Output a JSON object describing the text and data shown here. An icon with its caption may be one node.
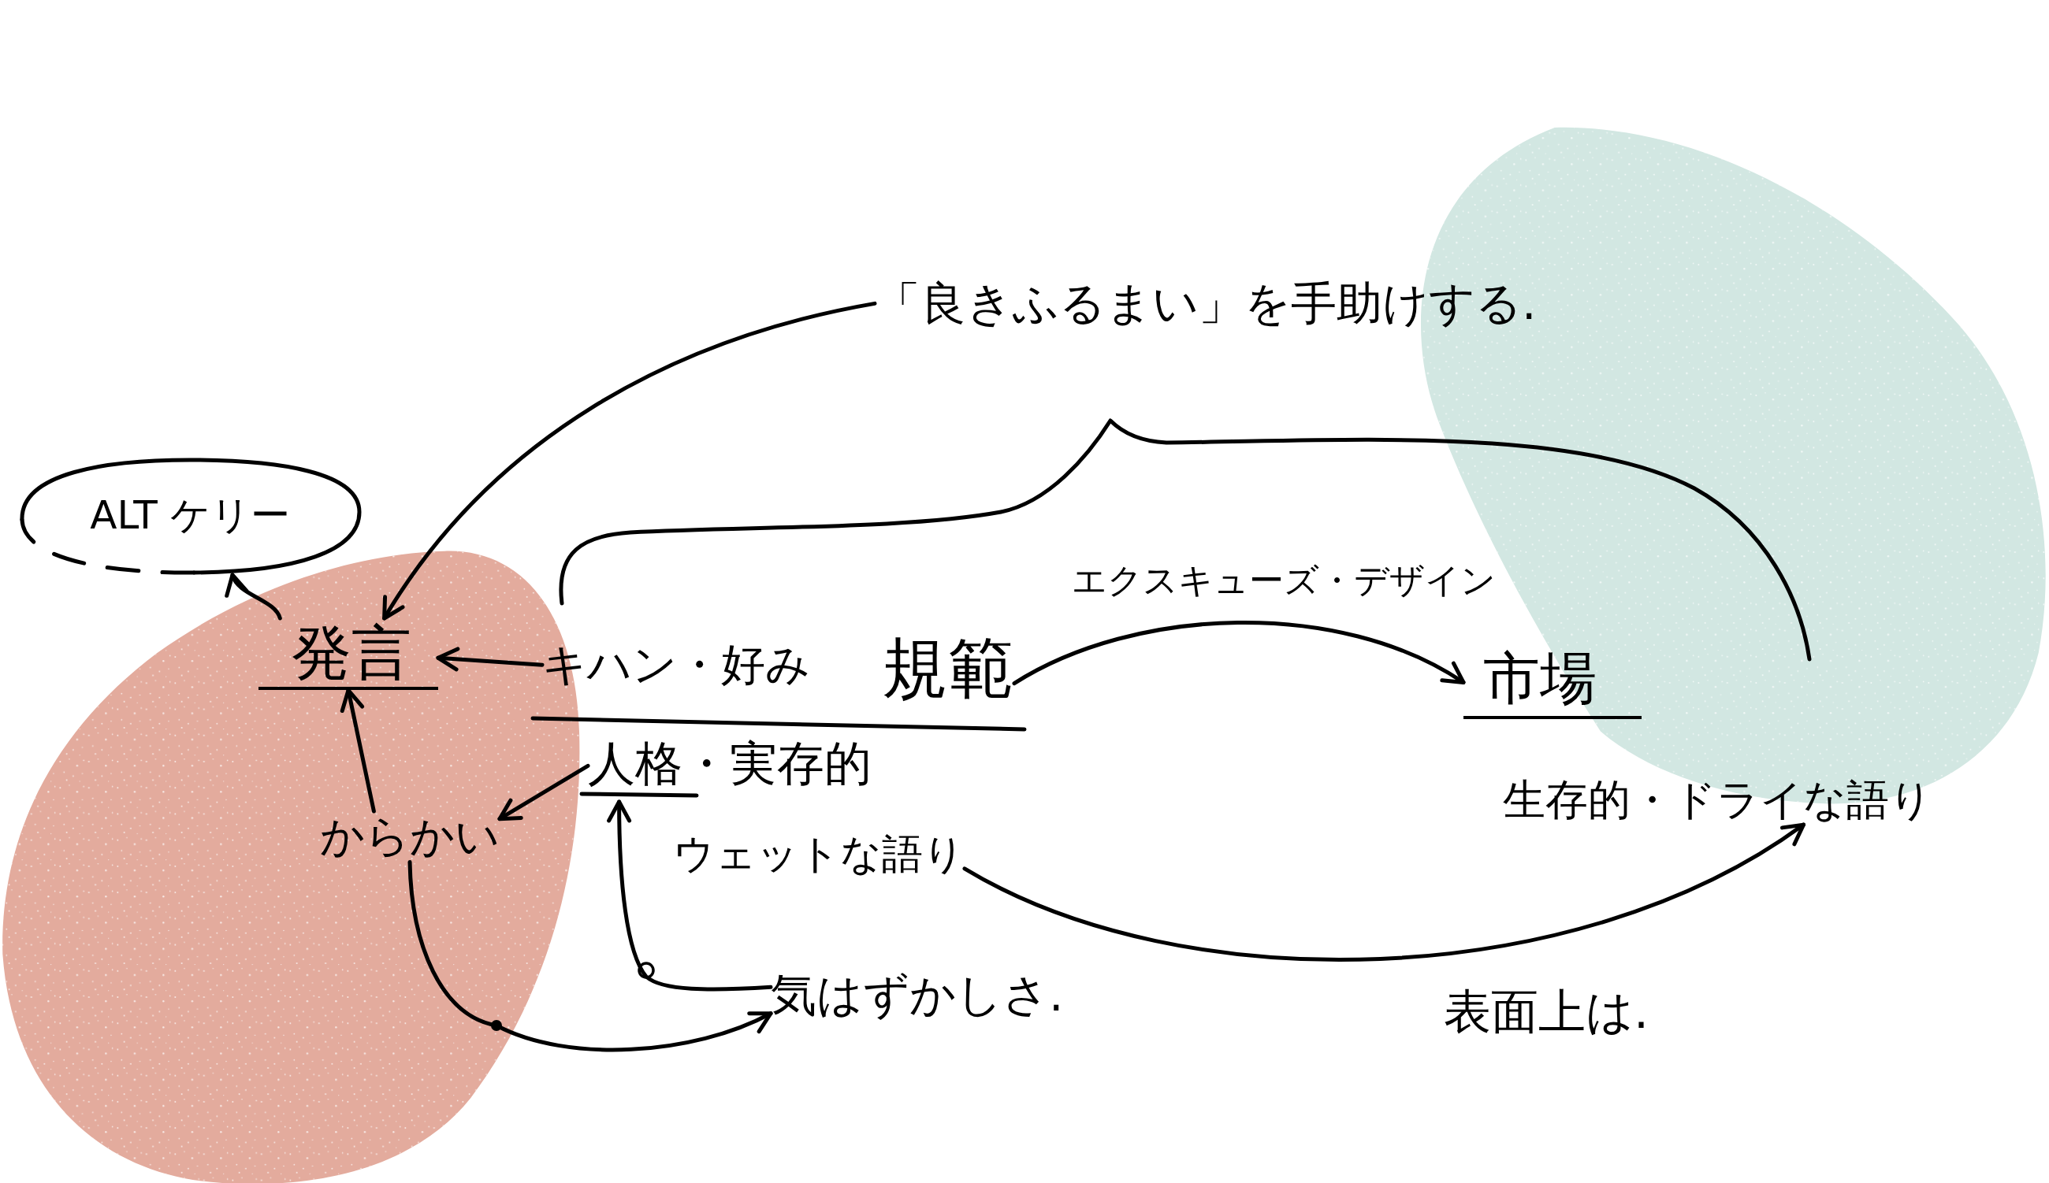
{
  "diagram": {
    "nodes": [
      {
        "text": [],
        "shape": "blob"
      },
      {
        "text": [
          "「良きふるまい」を手助けする."
        ]
      },
      {
        "text": [
          "ALT ケリー"
        ]
      },
      {
        "text": [],
        "shape": "blob"
      },
      {
        "text": [
          "発言"
        ],
        "in": 3
      },
      {
        "text": [
          "キハン・好み"
        ]
      },
      {
        "text": [
          "規範"
        ]
      },
      {
        "text": [
          "市場"
        ]
      },
      {
        "text": [
          "人格・実存的"
        ]
      },
      {
        "text": [
          "生存的・ドライな語り"
        ]
      },
      {
        "text": [
          "からかい"
        ],
        "in": 3
      },
      {
        "text": [
          "ウェットな語り"
        ]
      },
      {
        "text": [
          "気はずかしさ."
        ]
      }
    ],
    "edges": [
      {
        "from": 1,
        "to": 4,
        "arrow": "to"
      },
      {
        "from": 4,
        "to": 2,
        "arrow": "to"
      },
      {
        "from": 5,
        "to": 4,
        "arrow": "to"
      },
      {
        "from": 6,
        "to": 7,
        "arrow": "to",
        "label": "エクスキューズ・デザイン"
      },
      {
        "from": 8,
        "to": 10,
        "arrow": "to"
      },
      {
        "from": 10,
        "to": 4,
        "arrow": "to"
      },
      {
        "from": 10,
        "to": 12,
        "arrow": "to"
      },
      {
        "from": 12,
        "to": 8,
        "arrow": "to"
      },
      {
        "from": 11,
        "to": 9,
        "arrow": "to",
        "label": "表面上は."
      }
    ]
  }
}
